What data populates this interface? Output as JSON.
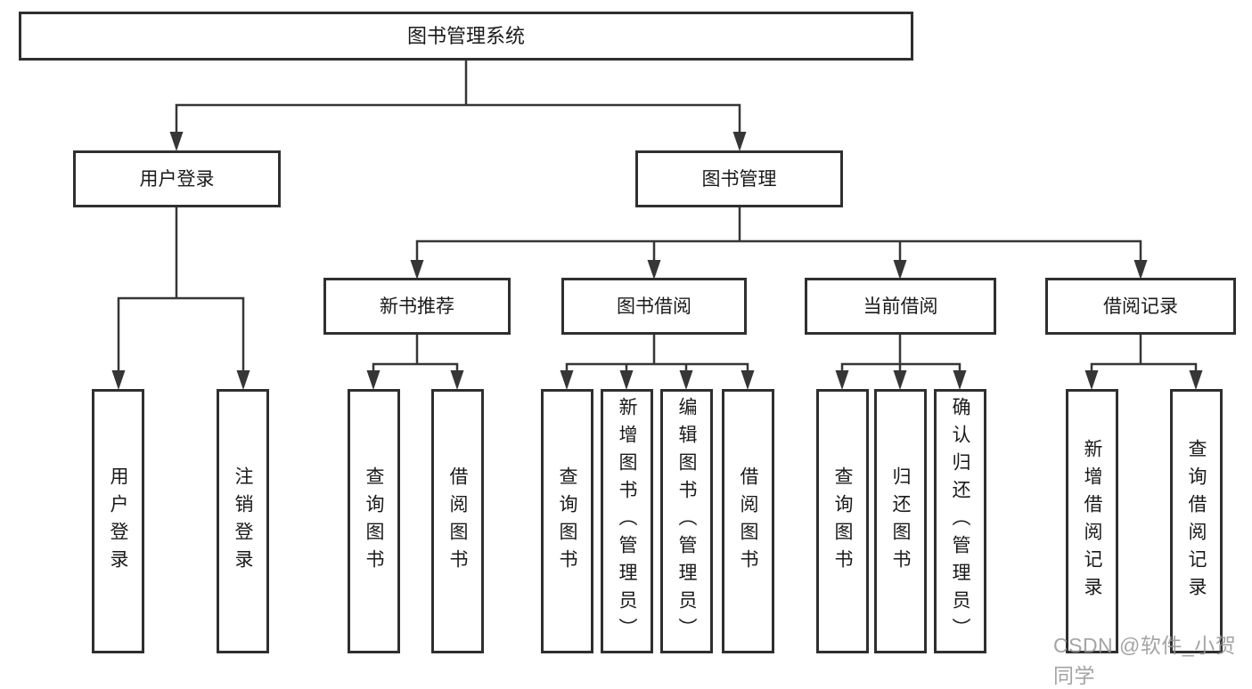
{
  "tree": {
    "root": "图书管理系统",
    "children": [
      {
        "label": "用户登录",
        "children": [
          "用户登录",
          "注销登录"
        ]
      },
      {
        "label": "图书管理",
        "children": [
          {
            "label": "新书推荐",
            "children": [
              "查询图书",
              "借阅图书"
            ]
          },
          {
            "label": "图书借阅",
            "children": [
              "查询图书",
              "新增图书（管理员）",
              "编辑图书（管理员）",
              "借阅图书"
            ]
          },
          {
            "label": "当前借阅",
            "children": [
              "查询图书",
              "归还图书",
              "确认归还（管理员）"
            ]
          },
          {
            "label": "借阅记录",
            "children": [
              "新增借阅记录",
              "查询借阅记录"
            ]
          }
        ]
      }
    ]
  },
  "watermark": {
    "text": "CSDN @软件_小贺同学"
  },
  "colors": {
    "line": "#363636",
    "box_border": "#2f2f2f",
    "text": "#1a1a1a",
    "background": "#ffffff",
    "watermark": "#949494"
  }
}
